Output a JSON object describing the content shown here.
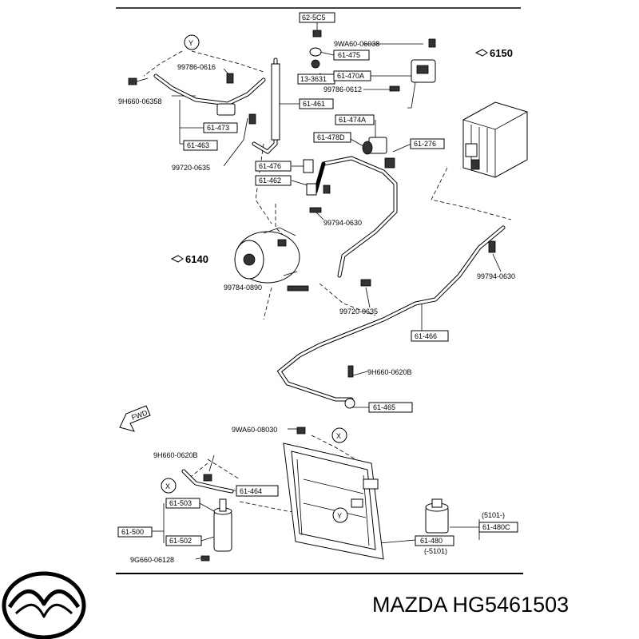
{
  "callouts": [
    {
      "id": "c-62-5c5",
      "text": "62-5C5"
    },
    {
      "id": "c-9wa60-06038",
      "text": "9WA60-06038"
    },
    {
      "id": "c-61-475",
      "text": "61-475"
    },
    {
      "id": "c-13-3631",
      "text": "13-3631"
    },
    {
      "id": "c-61-470a",
      "text": "61-470A"
    },
    {
      "id": "c-99786-0612",
      "text": "99786-0612"
    },
    {
      "id": "c-99786-0616",
      "text": "99786-0616"
    },
    {
      "id": "c-9h660-06358",
      "text": "9H660-06358"
    },
    {
      "id": "c-61-461",
      "text": "61-461"
    },
    {
      "id": "c-61-473",
      "text": "61-473"
    },
    {
      "id": "c-61-463",
      "text": "61-463"
    },
    {
      "id": "c-99720-0635a",
      "text": "99720-0635"
    },
    {
      "id": "c-61-474a",
      "text": "61-474A"
    },
    {
      "id": "c-61-478d",
      "text": "61-478D"
    },
    {
      "id": "c-61-276",
      "text": "61-276"
    },
    {
      "id": "c-61-476",
      "text": "61-476"
    },
    {
      "id": "c-61-462",
      "text": "61-462"
    },
    {
      "id": "c-99794-0630a",
      "text": "99794-0630"
    },
    {
      "id": "c-99784-0890",
      "text": "99784-0890"
    },
    {
      "id": "c-99794-0630b",
      "text": "99794-0630"
    },
    {
      "id": "c-99720-0635b",
      "text": "99720-0635"
    },
    {
      "id": "c-61-466",
      "text": "61-466"
    },
    {
      "id": "c-9h660-0620b-a",
      "text": "9H660-0620B"
    },
    {
      "id": "c-61-465",
      "text": "61-465"
    },
    {
      "id": "c-9wa60-08030",
      "text": "9WA60-08030"
    },
    {
      "id": "c-9h660-0620b-b",
      "text": "9H660-0620B"
    },
    {
      "id": "c-61-464",
      "text": "61-464"
    },
    {
      "id": "c-61-503",
      "text": "61-503"
    },
    {
      "id": "c-61-500",
      "text": "61-500"
    },
    {
      "id": "c-61-502",
      "text": "61-502"
    },
    {
      "id": "c-9g660-06128",
      "text": "9G660-06128"
    },
    {
      "id": "c-5101-a",
      "text": "(5101-)"
    },
    {
      "id": "c-61-480c",
      "text": "61-480C"
    },
    {
      "id": "c-61-480",
      "text": "61-480"
    },
    {
      "id": "c-5101-b",
      "text": "(-5101)"
    }
  ],
  "assemblies": {
    "a6150": "6150",
    "a6140": "6140"
  },
  "markers": {
    "y": "Y",
    "x": "X",
    "fwd": "FWD"
  },
  "caption": "MAZDA HG5461503",
  "colors": {
    "ink": "#000000",
    "paper": "#ffffff"
  },
  "logo": "mazda-logo"
}
